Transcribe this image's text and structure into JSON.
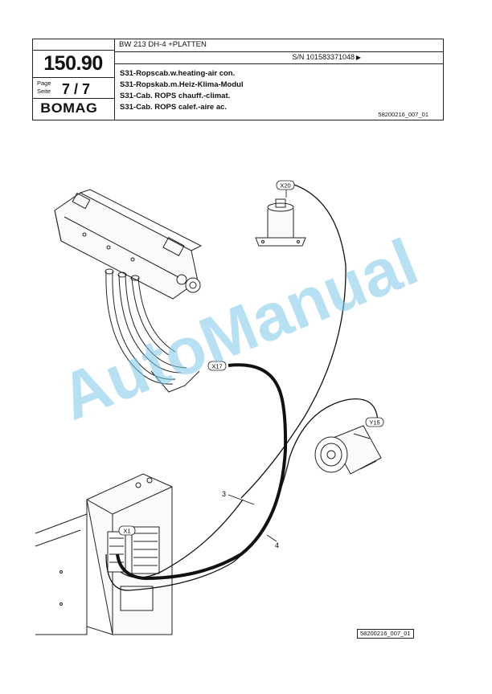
{
  "header": {
    "model": "BW 213 DH-4 +PLATTEN",
    "serial": "S/N 101583371048",
    "serial_arrow": "▶",
    "group_number": "150.90",
    "page_label_1": "Page",
    "page_label_2": "Seite",
    "page_number": "7 / 7",
    "brand": "BOMAG",
    "title_lines": [
      "S31-Ropscab.w.heating-air con.",
      "S31-Ropskab.m.Heiz-Klima-Modul",
      "S31-Cab. ROPS chauff.-climat.",
      "S31-Cab. ROPS calef.-aire ac."
    ],
    "doc_ref": "58200216_007_01"
  },
  "drawing": {
    "connectors": {
      "x20": "X20",
      "x17": "X17",
      "y15": "Y15",
      "x1": "X1"
    },
    "callouts": {
      "cable_3": "3",
      "cable_4": "4"
    }
  },
  "footer": {
    "drawing_ref": "58200216_007_01"
  },
  "watermark": "AutoManual"
}
